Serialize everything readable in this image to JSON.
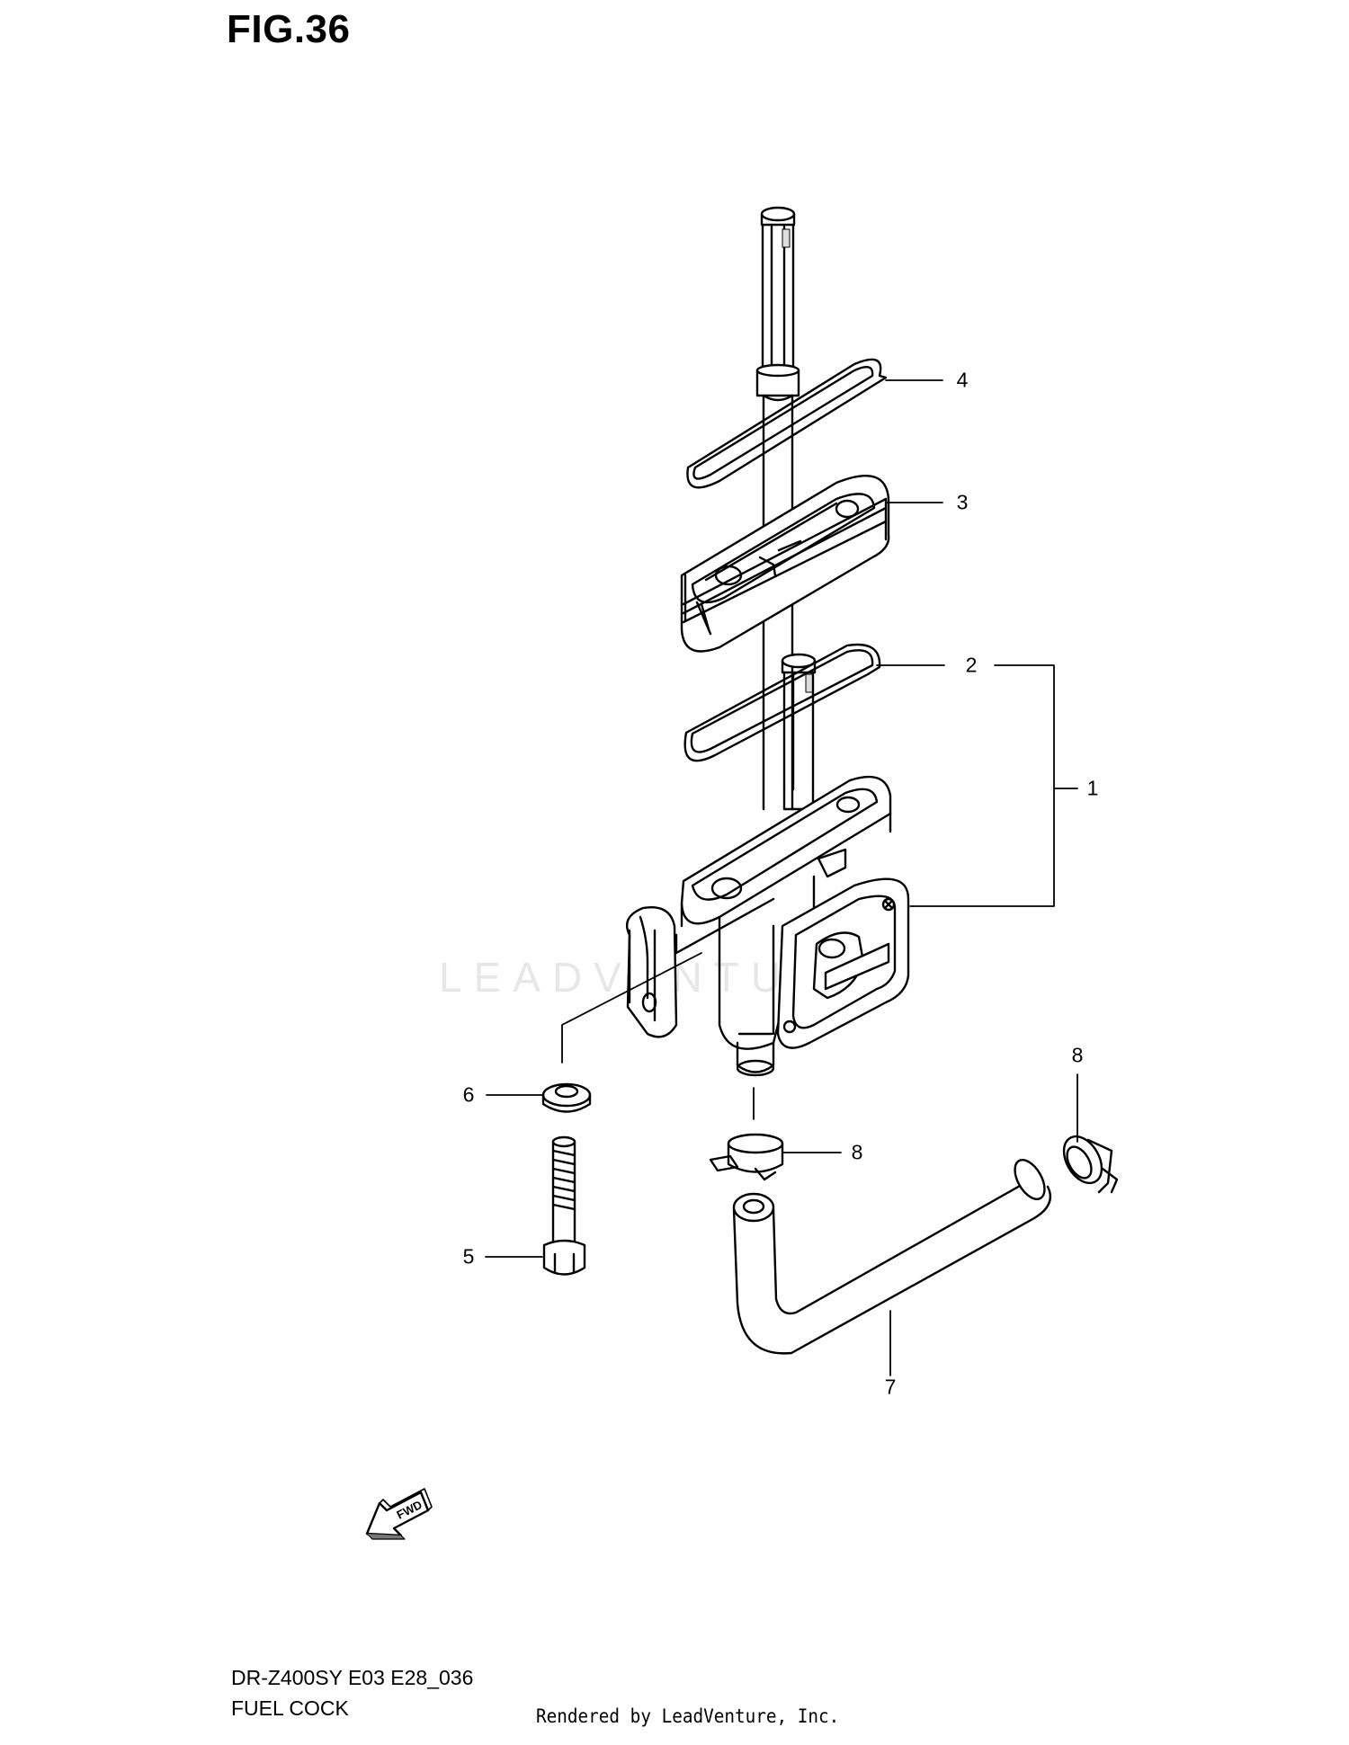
{
  "figure": {
    "title": "FIG.36"
  },
  "footer": {
    "model_code": "DR-Z400SY E03 E28_036",
    "section_name": "FUEL COCK",
    "credit": "Rendered by LeadVenture, Inc."
  },
  "watermark": {
    "text": "LEADVENTURE"
  },
  "forward_arrow": {
    "label": "FWD"
  },
  "callouts": [
    {
      "id": "c1",
      "label": "1"
    },
    {
      "id": "c2",
      "label": "2"
    },
    {
      "id": "c3",
      "label": "3"
    },
    {
      "id": "c4",
      "label": "4"
    },
    {
      "id": "c5",
      "label": "5"
    },
    {
      "id": "c6",
      "label": "6"
    },
    {
      "id": "c7",
      "label": "7"
    },
    {
      "id": "c8a",
      "label": "8"
    },
    {
      "id": "c8b",
      "label": "8"
    }
  ]
}
